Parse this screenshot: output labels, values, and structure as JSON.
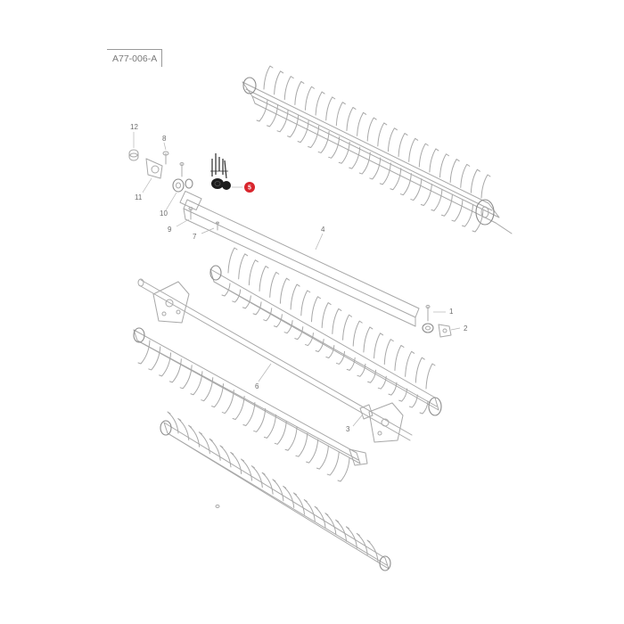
{
  "diagram_ref": "A77-006-A",
  "callouts": {
    "c1": "1",
    "c2": "2",
    "c3": "3",
    "c4": "4",
    "c5": "5",
    "c6": "6",
    "c7": "7",
    "c8": "8",
    "c9": "9",
    "c10": "10",
    "c11": "11",
    "c12": "12"
  },
  "highlight": {
    "part": "5",
    "color": "#d9252d"
  },
  "colors": {
    "line": "#a8a8a8",
    "text": "#6d6d6d",
    "background": "#ffffff"
  }
}
